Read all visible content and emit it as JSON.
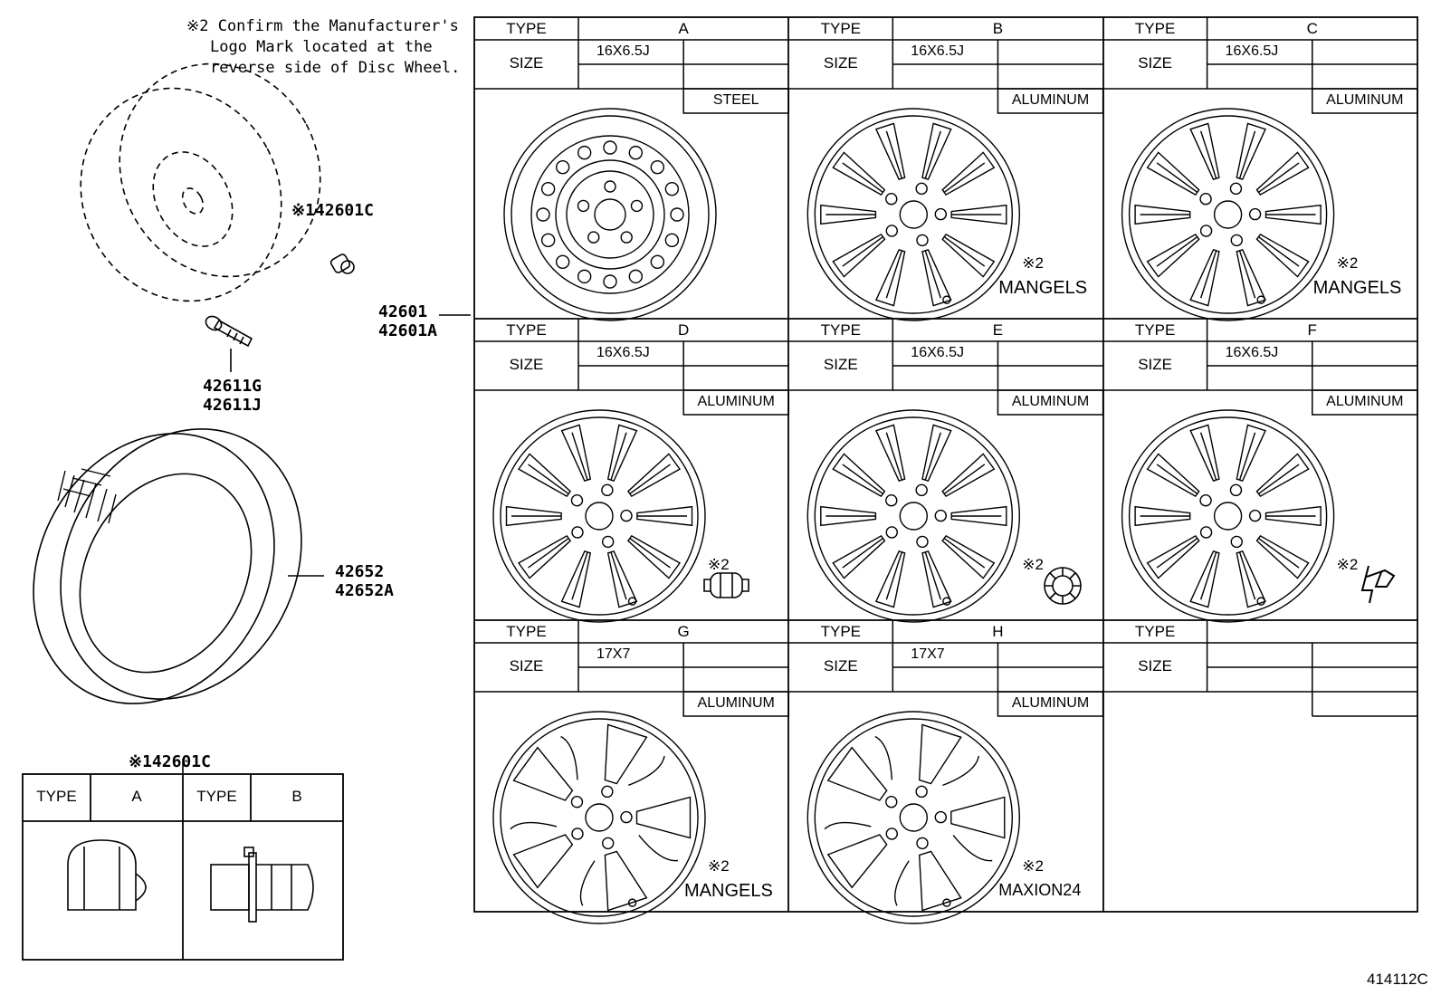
{
  "note": {
    "line1": "※2 Confirm the Manufacturer's",
    "line2": "Logo Mark located at the",
    "line3": "reverse side of Disc Wheel."
  },
  "parts": {
    "nut_callout": "※142601C",
    "valve_1": "42611G",
    "valve_2": "42611J",
    "wheel_1": "42601",
    "wheel_2": "42601A",
    "tire_1": "42652",
    "tire_2": "42652A"
  },
  "nut_table": {
    "title": "※142601C",
    "type_label": "TYPE",
    "type_a": "A",
    "type_b": "B"
  },
  "wheel_table": {
    "type_label": "TYPE",
    "size_label": "SIZE",
    "cells": [
      {
        "type": "A",
        "size": "16X6.5J",
        "material": "STEEL",
        "mark_note": "",
        "maker": ""
      },
      {
        "type": "B",
        "size": "16X6.5J",
        "material": "ALUMINUM",
        "mark_note": "※2",
        "maker": "MANGELS"
      },
      {
        "type": "C",
        "size": "16X6.5J",
        "material": "ALUMINUM",
        "mark_note": "※2",
        "maker": "MANGELS"
      },
      {
        "type": "D",
        "size": "16X6.5J",
        "material": "ALUMINUM",
        "mark_note": "※2",
        "maker": ""
      },
      {
        "type": "E",
        "size": "16X6.5J",
        "material": "ALUMINUM",
        "mark_note": "※2",
        "maker": ""
      },
      {
        "type": "F",
        "size": "16X6.5J",
        "material": "ALUMINUM",
        "mark_note": "※2",
        "maker": ""
      },
      {
        "type": "G",
        "size": "17X7",
        "material": "ALUMINUM",
        "mark_note": "※2",
        "maker": "MANGELS"
      },
      {
        "type": "H",
        "size": "17X7",
        "material": "ALUMINUM",
        "mark_note": "※2",
        "maker": "MAXION24"
      },
      {
        "type": "",
        "size": "",
        "material": "",
        "mark_note": "",
        "maker": ""
      }
    ]
  },
  "diagram_code": "414112C"
}
